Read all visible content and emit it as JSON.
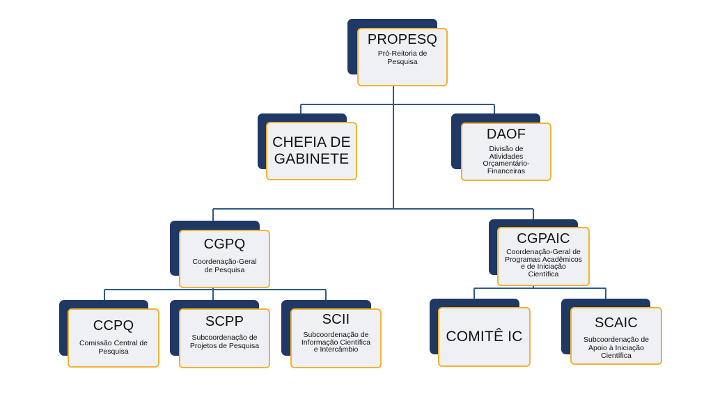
{
  "org_chart": {
    "root": {
      "title": "PROPESQ",
      "subtitle": "Pró-Reitoria de Pesquisa"
    },
    "chefia": {
      "title": "CHEFIA DE GABINETE"
    },
    "daof": {
      "title": "DAOF",
      "subtitle": "Divisão de Atividades Orçamentário-Financeiras"
    },
    "cgpq": {
      "title": "CGPQ",
      "subtitle": "Coordenação-Geral de Pesquisa"
    },
    "cgpaic": {
      "title": "CGPAIC",
      "subtitle": "Coordenação-Geral de Programas Acadêmicos e de Iniciação Científica"
    },
    "ccpq": {
      "title": "CCPQ",
      "subtitle": "Comissão Central de Pesquisa"
    },
    "scpp": {
      "title": "SCPP",
      "subtitle": "Subcoordenação de Projetos de Pesquisa"
    },
    "scii": {
      "title": "SCII",
      "subtitle": "Subcoordenação de Informação Científica e Intercâmbio"
    },
    "comite": {
      "title": "COMITÊ IC"
    },
    "scaic": {
      "title": "SCAIC",
      "subtitle": "Subcoordenação de Apoio à Iniciação Científica"
    }
  },
  "colors": {
    "shadow": "#1f3864",
    "card_border": "#f2b233",
    "card_fill": "#eef0f4",
    "connector": "#2e5a88"
  }
}
